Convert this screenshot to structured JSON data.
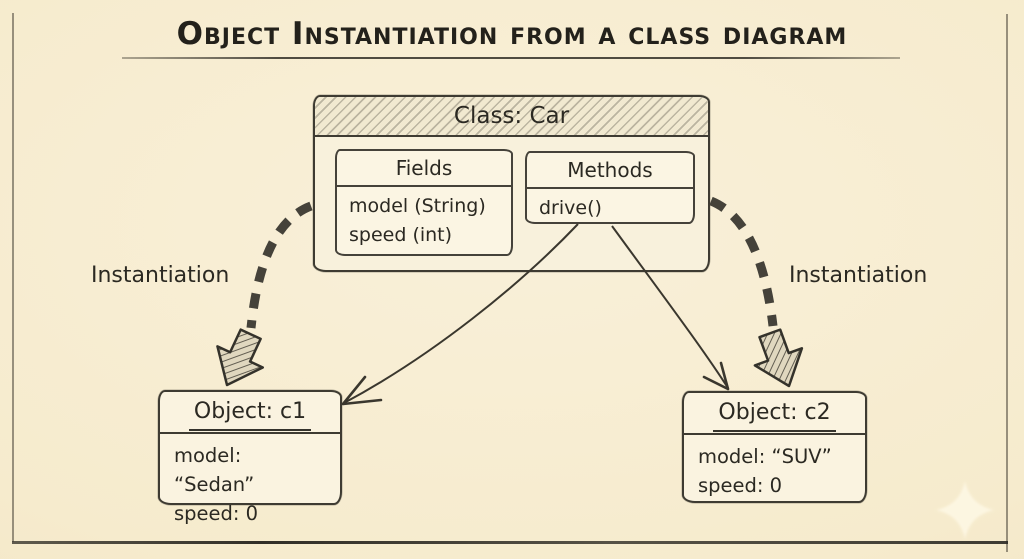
{
  "title": "Object Instantiation from a class diagram",
  "class_box": {
    "header": "Class: Car",
    "fields": {
      "header": "Fields",
      "items": [
        "model (String)",
        "speed (int)"
      ]
    },
    "methods": {
      "header": "Methods",
      "items": [
        "drive()"
      ]
    }
  },
  "objects": [
    {
      "header": "Object: c1",
      "fields": [
        "model: “Sedan”",
        "speed: 0"
      ]
    },
    {
      "header": "Object: c2",
      "fields": [
        "model: “SUV”",
        "speed: 0"
      ]
    }
  ],
  "labels": {
    "instantiation_left": "Instantiation",
    "instantiation_right": "Instantiation"
  },
  "colors": {
    "background": "#f6ebcd",
    "box_fill": "#fbf5e3",
    "ink": "#2b2922",
    "outline": "#3e3b32"
  }
}
